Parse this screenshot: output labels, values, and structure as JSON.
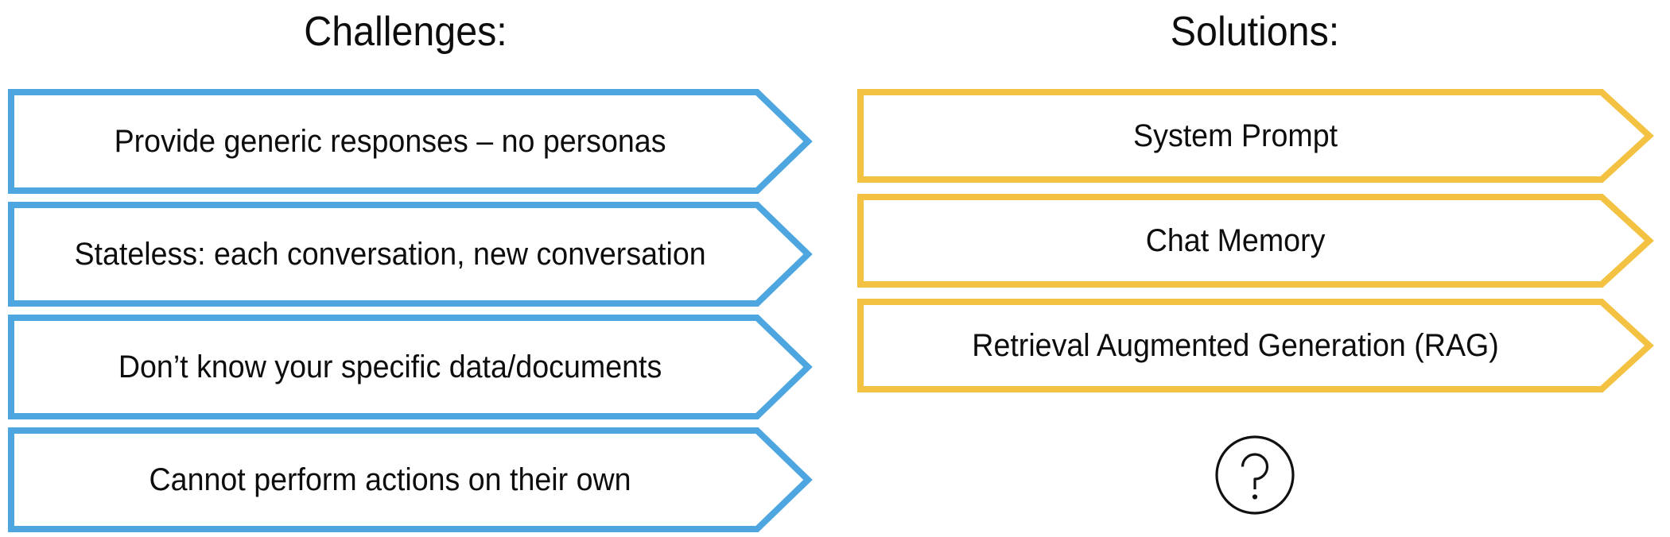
{
  "slide": {
    "background_color": "#ffffff",
    "columns": [
      {
        "id": "challenges",
        "title": "Challenges:",
        "accent_color": "#4DA6E0",
        "items": [
          {
            "label": "Provide generic responses – no personas"
          },
          {
            "label": "Stateless: each conversation, new conversation"
          },
          {
            "label": "Don’t know your specific data/documents"
          },
          {
            "label": "Cannot perform actions on their own"
          }
        ]
      },
      {
        "id": "solutions",
        "title": "Solutions:",
        "accent_color": "#F4C242",
        "items": [
          {
            "label": "System Prompt"
          },
          {
            "label": "Chat Memory"
          },
          {
            "label": "Retrieval Augmented Generation (RAG)"
          }
        ]
      }
    ],
    "badge": {
      "icon": "question-mark-circle-icon",
      "glyph": "?",
      "color": "#111111"
    }
  }
}
